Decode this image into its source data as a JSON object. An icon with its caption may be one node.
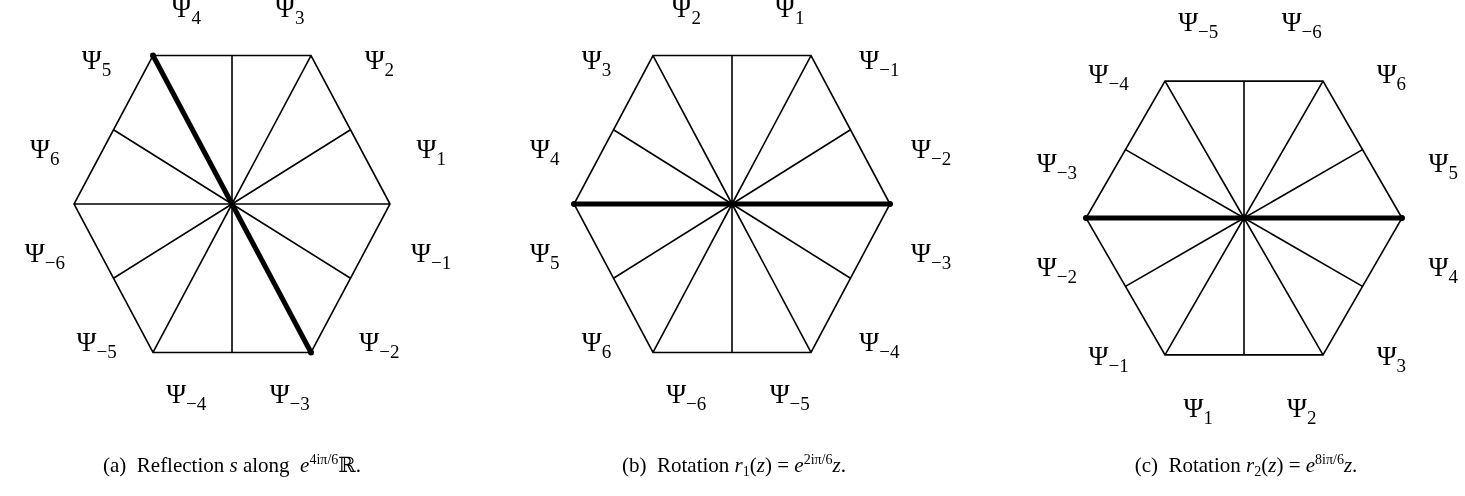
{
  "diagram": {
    "labels": [
      "Ψ$_{1}$",
      "Ψ$_{2}$",
      "Ψ$_{3}$",
      "Ψ$_{4}$",
      "Ψ$_{5}$",
      "Ψ$_{6}$",
      "Ψ$_{−6}$",
      "Ψ$_{−5}$",
      "Ψ$_{−4}$",
      "Ψ$_{−3}$",
      "Ψ$_{−2}$",
      "Ψ$_{−1}$",
      "(a)  Reflection *s* along  *e*$^{4iπ/6}$ℝ.",
      "Ψ$_{−2}$",
      "Ψ$_{−1}$",
      "Ψ$_{1}$",
      "Ψ$_{2}$",
      "Ψ$_{3}$",
      "Ψ$_{4}$",
      "Ψ$_{5}$",
      "Ψ$_{6}$",
      "Ψ$_{−6}$",
      "Ψ$_{−5}$",
      "Ψ$_{−4}$",
      "Ψ$_{−3}$",
      "(b)  Rotation *r*$_{1}$(*z*) = *e*$^{2iπ/6}$*z*.",
      "Ψ$_{5}$",
      "Ψ$_{6}$",
      "Ψ$_{−6}$",
      "Ψ$_{−5}$",
      "Ψ$_{−4}$",
      "Ψ$_{−3}$",
      "Ψ$_{−2}$",
      "Ψ$_{−1}$",
      "Ψ$_{1}$",
      "Ψ$_{2}$",
      "Ψ$_{3}$",
      "Ψ$_{4}$",
      "(c)  Rotation *r*$_{2}$(*z*) = *e*$^{8iπ/6}$*z*."
    ]
  }
}
